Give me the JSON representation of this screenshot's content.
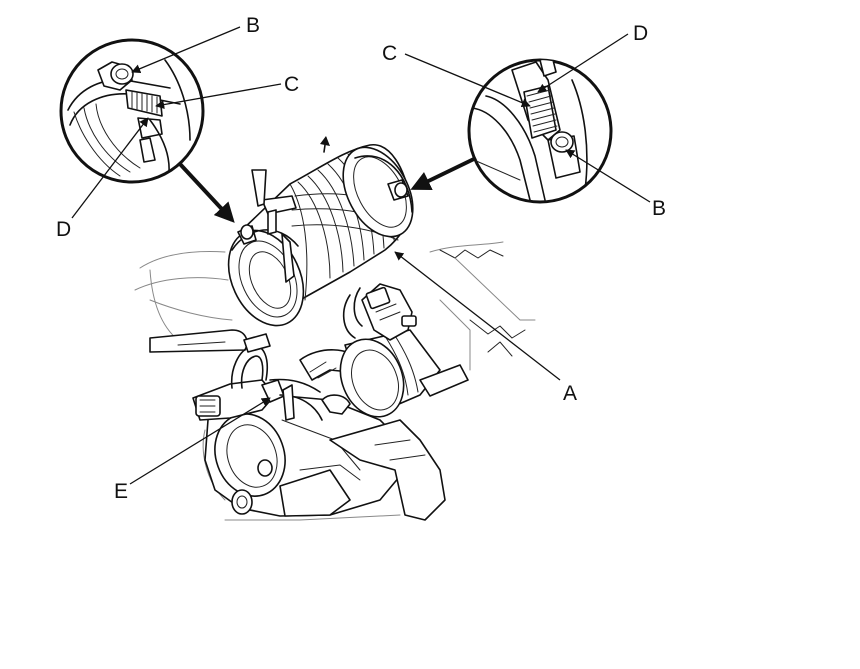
{
  "diagram": {
    "callouts": {
      "a": "A",
      "b_left": "B",
      "c_left": "C",
      "d_left": "D",
      "b_right": "B",
      "c_right": "C",
      "d_right": "D",
      "e": "E"
    },
    "colors": {
      "line": "#111111",
      "secondary_line": "#888888",
      "background": "#ffffff"
    }
  }
}
